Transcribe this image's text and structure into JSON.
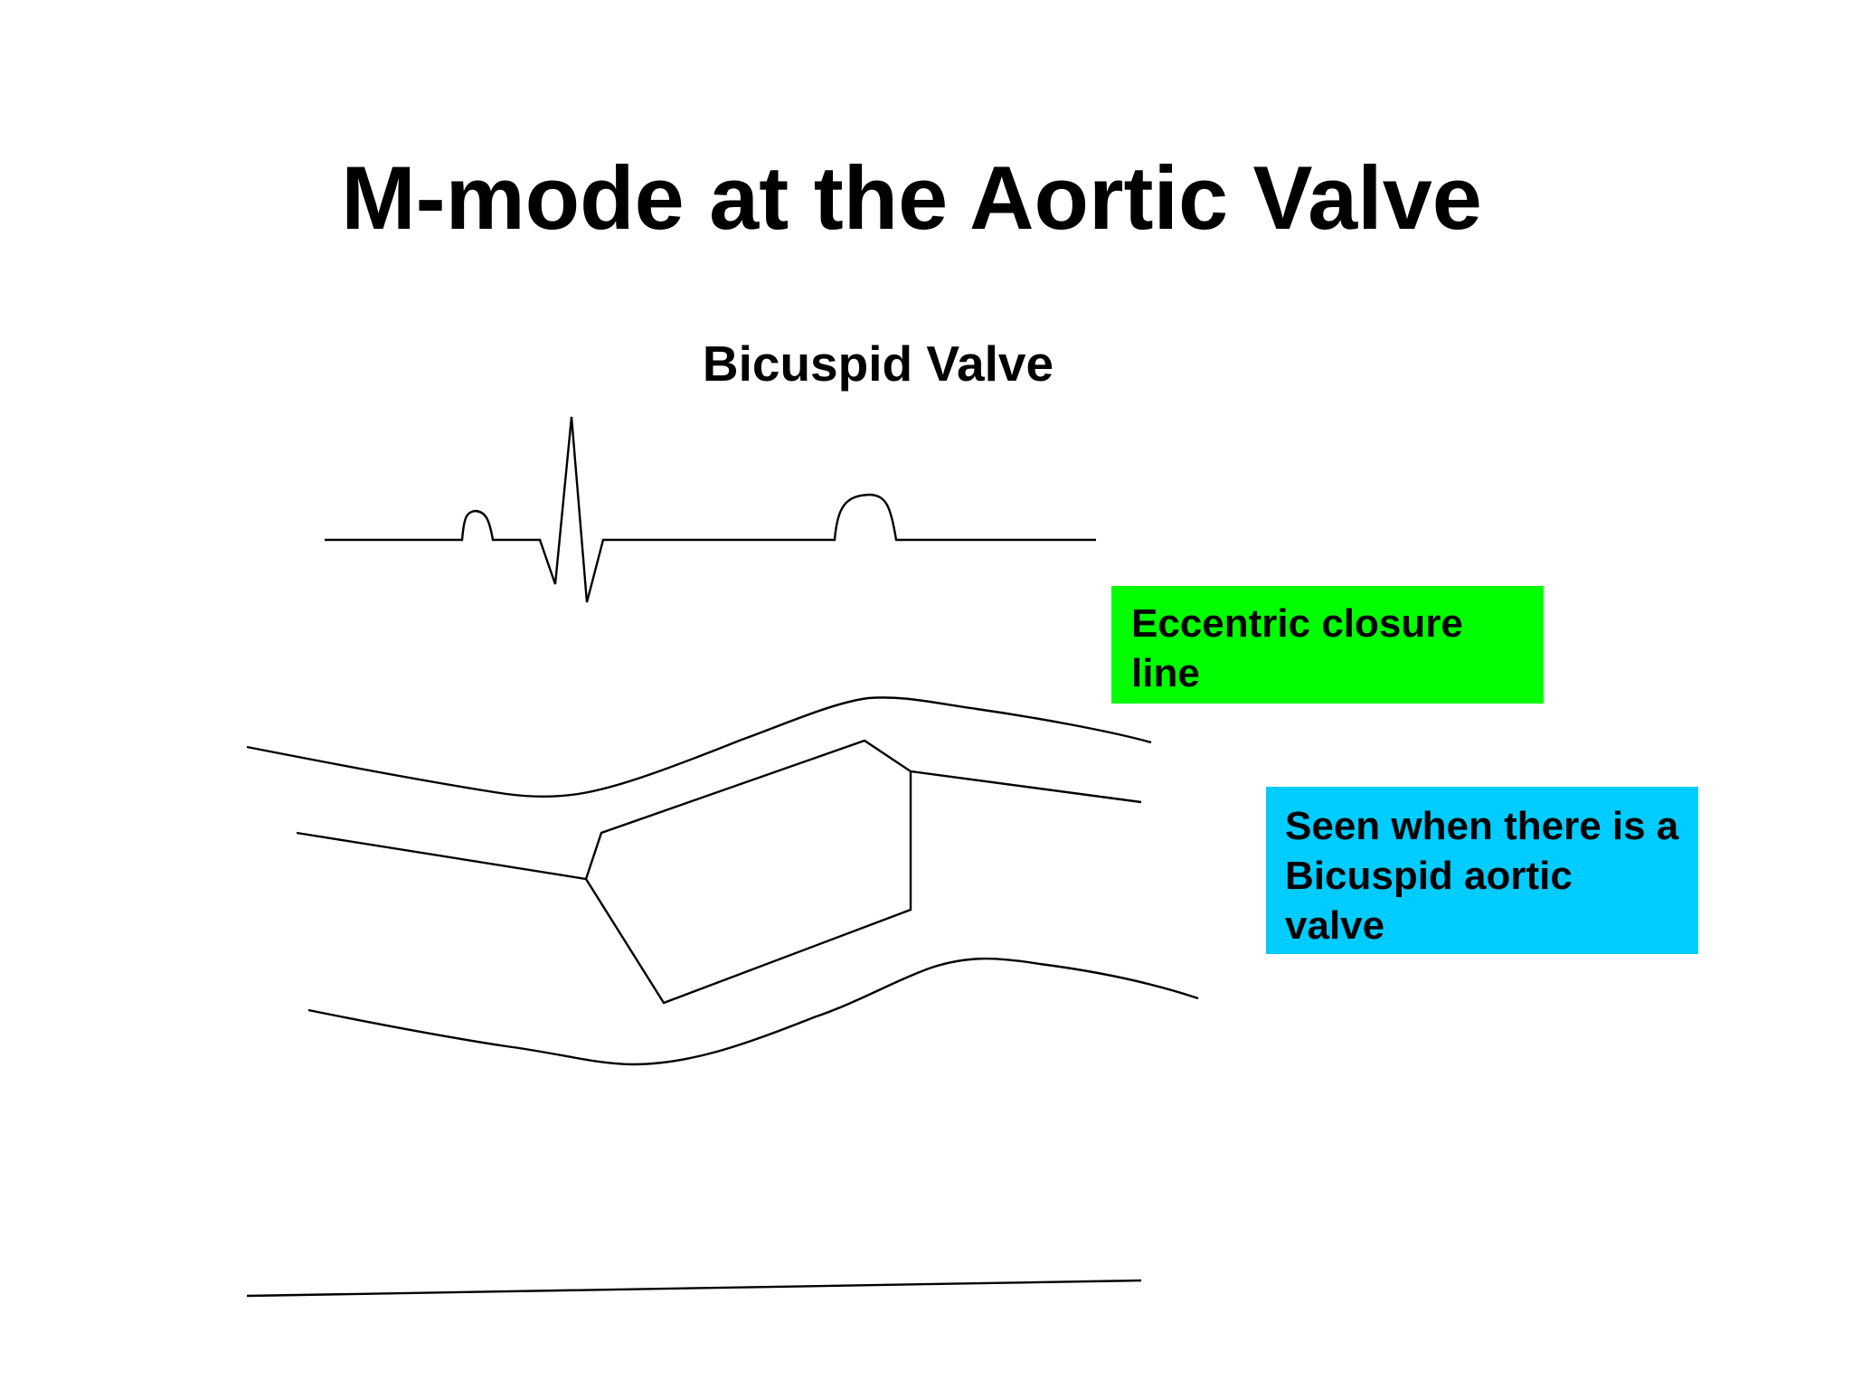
{
  "title": "M-mode at the Aortic Valve",
  "subtitle": "Bicuspid Valve",
  "callouts": {
    "closure_line": {
      "text": "Eccentric closure line",
      "color": "#00ff00"
    },
    "bicuspid_note": {
      "text": "Seen when there is a Bicuspid aortic valve",
      "color": "#00ccff"
    }
  },
  "colors": {
    "background": "#ffffff",
    "line": "#000000"
  }
}
